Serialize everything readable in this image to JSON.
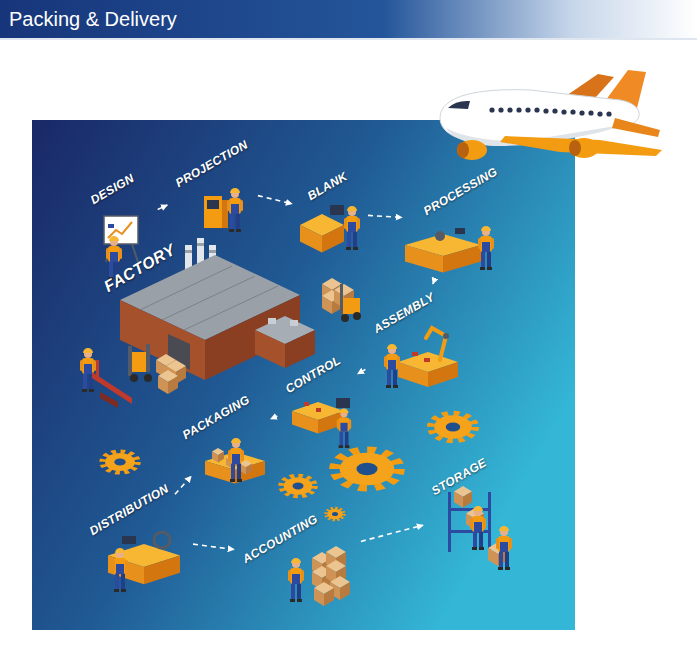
{
  "diagram": {
    "title": "Packing & Delivery",
    "nodes": [
      {
        "text": [
          "DESIGN"
        ]
      },
      {
        "text": [
          "PROJECTION"
        ]
      },
      {
        "text": [
          "BLANK"
        ]
      },
      {
        "text": [
          "PROCESSING"
        ]
      },
      {
        "text": [
          "ASSEMBLY"
        ]
      },
      {
        "text": [
          "CONTROL"
        ]
      },
      {
        "text": [
          "PACKAGING"
        ]
      },
      {
        "text": [
          "DISTRIBUTION"
        ]
      },
      {
        "text": [
          "ACCOUNTING"
        ]
      },
      {
        "text": [
          "STORAGE"
        ]
      }
    ],
    "edges": [
      {
        "from": 0,
        "to": 1,
        "arrow": "to"
      },
      {
        "from": 1,
        "to": 2,
        "arrow": "to"
      },
      {
        "from": 2,
        "to": 3,
        "arrow": "to"
      },
      {
        "from": 3,
        "to": 4,
        "arrow": "to"
      },
      {
        "from": 4,
        "to": 5,
        "arrow": "to"
      },
      {
        "from": 5,
        "to": 6,
        "arrow": "to"
      },
      {
        "from": 6,
        "to": 7,
        "arrow": "to"
      },
      {
        "from": 7,
        "to": 8,
        "arrow": "to"
      },
      {
        "from": 8,
        "to": 9,
        "arrow": "to"
      }
    ],
    "labels": [
      "FACTORY"
    ]
  }
}
